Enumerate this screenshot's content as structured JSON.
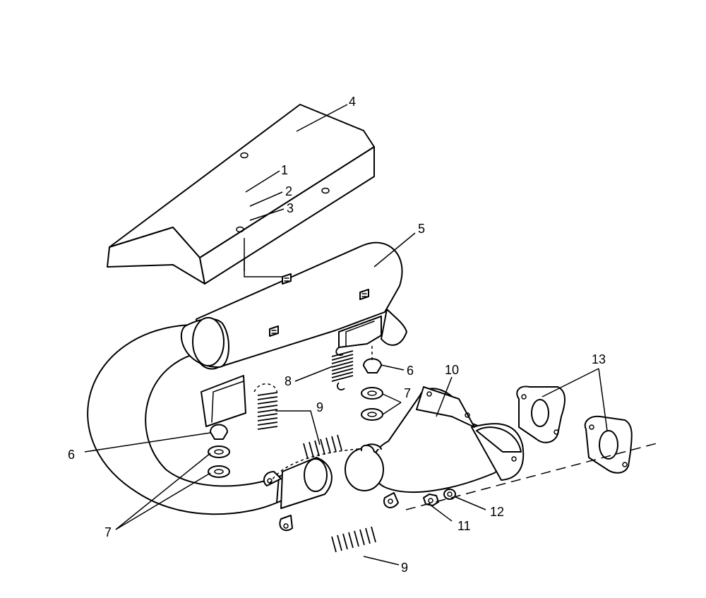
{
  "labels": {
    "l1": "1",
    "l2": "2",
    "l3": "3",
    "l4": "4",
    "l5": "5",
    "l6a": "6",
    "l6b": "6",
    "l7a": "7",
    "l7b": "7",
    "l8": "8",
    "l9a": "9",
    "l9b": "9",
    "l10": "10",
    "l11": "11",
    "l12": "12",
    "l13": "13"
  }
}
